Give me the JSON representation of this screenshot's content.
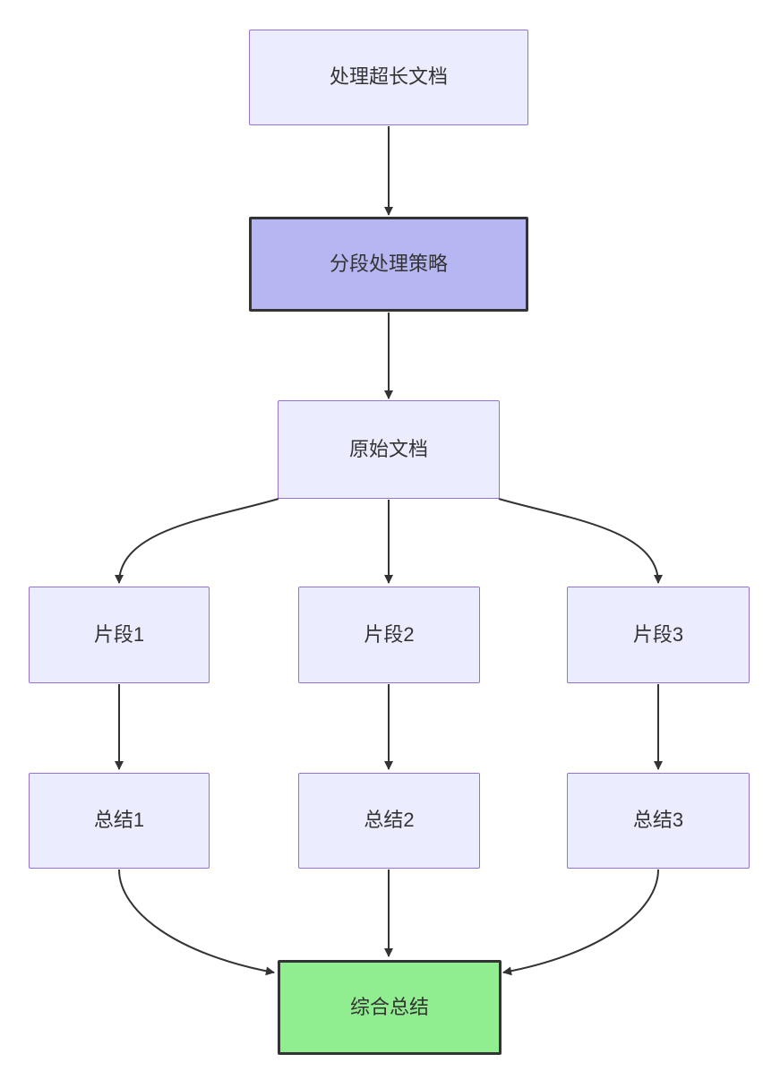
{
  "diagram": {
    "type": "flowchart",
    "direction": "top-down",
    "nodes": [
      {
        "id": "A",
        "label": "处理超长文档",
        "kind": "default"
      },
      {
        "id": "B",
        "label": "分段处理策略",
        "kind": "strategy"
      },
      {
        "id": "C",
        "label": "原始文档",
        "kind": "default"
      },
      {
        "id": "D1",
        "label": "片段1",
        "kind": "default"
      },
      {
        "id": "D2",
        "label": "片段2",
        "kind": "default"
      },
      {
        "id": "D3",
        "label": "片段3",
        "kind": "default"
      },
      {
        "id": "E1",
        "label": "总结1",
        "kind": "default"
      },
      {
        "id": "E2",
        "label": "总结2",
        "kind": "default"
      },
      {
        "id": "E3",
        "label": "总结3",
        "kind": "default"
      },
      {
        "id": "F",
        "label": "综合总结",
        "kind": "result"
      }
    ],
    "edges": [
      {
        "from": "A",
        "to": "B"
      },
      {
        "from": "B",
        "to": "C"
      },
      {
        "from": "C",
        "to": "D1"
      },
      {
        "from": "C",
        "to": "D2"
      },
      {
        "from": "C",
        "to": "D3"
      },
      {
        "from": "D1",
        "to": "E1"
      },
      {
        "from": "D2",
        "to": "E2"
      },
      {
        "from": "D3",
        "to": "E3"
      },
      {
        "from": "E1",
        "to": "F"
      },
      {
        "from": "E2",
        "to": "F"
      },
      {
        "from": "E3",
        "to": "F"
      }
    ],
    "colors": {
      "background": "#FFFFFF",
      "node_fill": "#ECECFF",
      "node_border": "#9370DB",
      "strategy_fill": "#B6B6F2",
      "result_fill": "#90EE90",
      "emphasis_border": "#333333",
      "edge": "#333333",
      "text": "#333333"
    }
  }
}
